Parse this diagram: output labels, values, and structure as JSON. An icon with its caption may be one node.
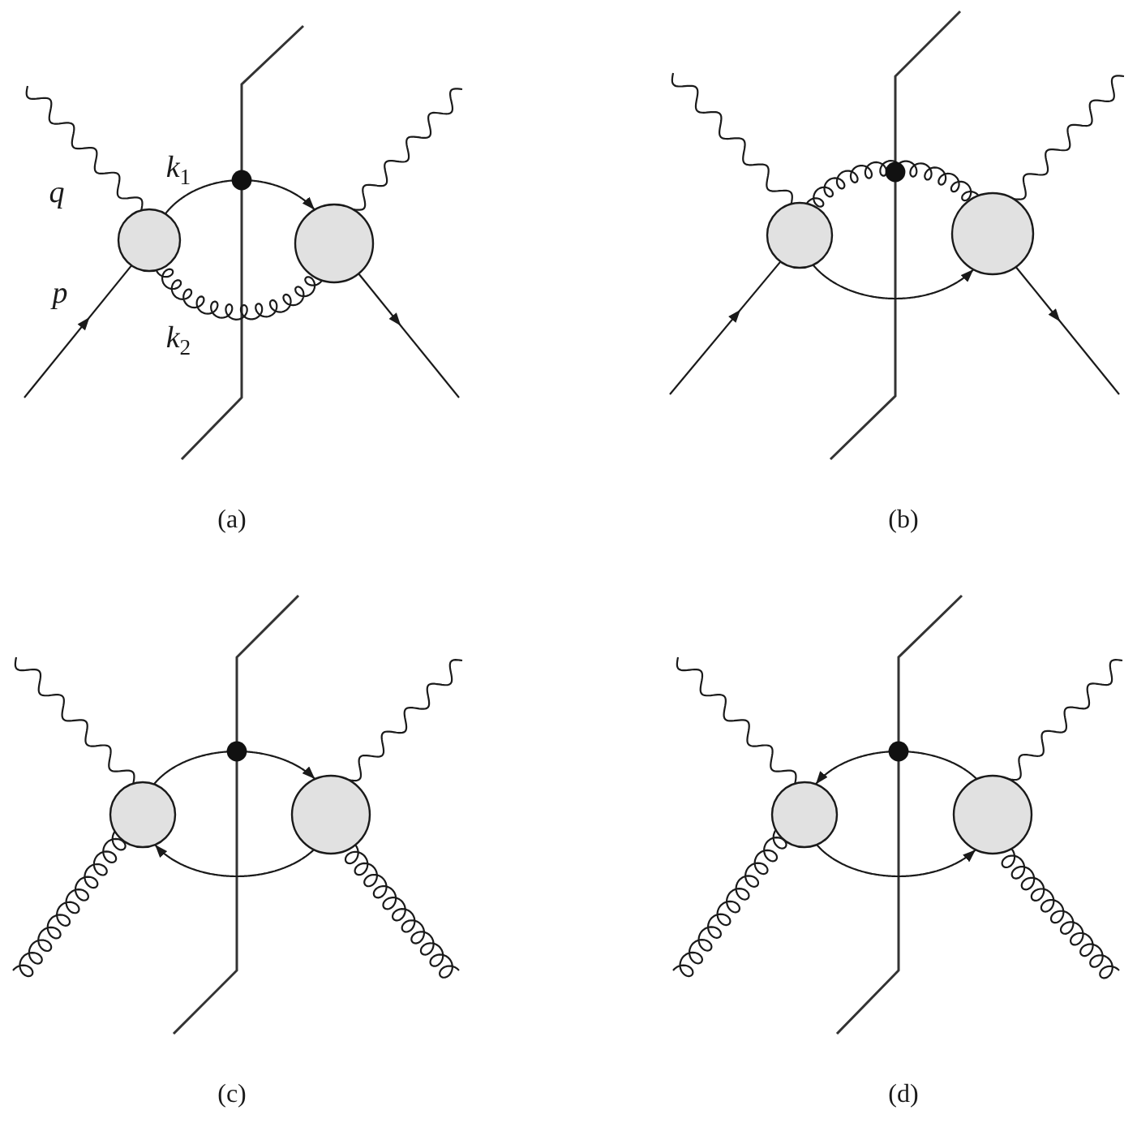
{
  "diagram": {
    "nodes": [
      {
        "text": [],
        "shape": "circle"
      },
      {
        "text": [],
        "shape": "circle"
      },
      {
        "text": [],
        "shape": "circle"
      },
      {
        "text": [],
        "shape": "circle"
      },
      {
        "text": [],
        "shape": "circle"
      },
      {
        "text": [],
        "shape": "circle"
      },
      {
        "text": [],
        "shape": "circle"
      },
      {
        "text": [],
        "shape": "circle"
      }
    ],
    "edges": [
      {
        "from": null,
        "to": 0,
        "arrow": "none",
        "label": "q"
      },
      {
        "from": null,
        "to": 0,
        "arrow": "to",
        "label": "p"
      },
      {
        "from": 0,
        "to": 1,
        "arrow": "to",
        "label": "k$_{1}$"
      },
      {
        "from": 0,
        "to": 1,
        "arrow": "none",
        "label": "k$_{2}$"
      },
      {
        "from": 1,
        "to": null,
        "arrow": "none"
      },
      {
        "from": 1,
        "to": null,
        "arrow": "to"
      },
      {
        "from": null,
        "to": 2,
        "arrow": "none"
      },
      {
        "from": null,
        "to": 2,
        "arrow": "to"
      },
      {
        "from": 2,
        "to": 3,
        "arrow": "none"
      },
      {
        "from": 2,
        "to": 3,
        "arrow": "to"
      },
      {
        "from": 3,
        "to": null,
        "arrow": "none"
      },
      {
        "from": 3,
        "to": null,
        "arrow": "to"
      },
      {
        "from": null,
        "to": 4,
        "arrow": "none"
      },
      {
        "from": null,
        "to": 4,
        "arrow": "none"
      },
      {
        "from": 4,
        "to": 5,
        "arrow": "to"
      },
      {
        "from": 5,
        "to": 4,
        "arrow": "to"
      },
      {
        "from": 5,
        "to": null,
        "arrow": "none"
      },
      {
        "from": 5,
        "to": null,
        "arrow": "none"
      },
      {
        "from": null,
        "to": 6,
        "arrow": "none"
      },
      {
        "from": null,
        "to": 6,
        "arrow": "none"
      },
      {
        "from": 7,
        "to": 6,
        "arrow": "to"
      },
      {
        "from": 6,
        "to": 7,
        "arrow": "to"
      },
      {
        "from": 7,
        "to": null,
        "arrow": "none"
      },
      {
        "from": 7,
        "to": null,
        "arrow": "none"
      }
    ],
    "labels": [
      "(a)",
      "(b)",
      "(c)",
      "(d)"
    ]
  }
}
